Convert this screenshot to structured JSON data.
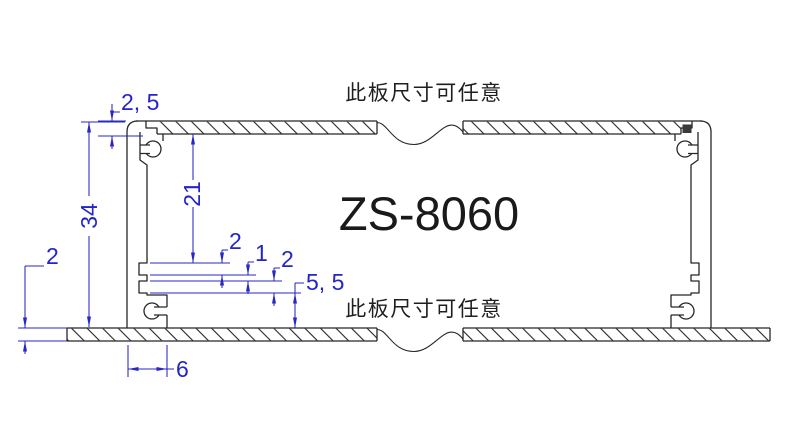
{
  "drawing": {
    "title": "ZS-8060",
    "note_top": "此板尺寸可任意",
    "note_bottom": "此板尺寸可任意",
    "dimensions": {
      "seat_depth": "2, 5",
      "overall_height": "34",
      "inner_height": "21",
      "groove_top": "2",
      "land": "1",
      "groove_bottom": "2",
      "foot_height": "5, 5",
      "plate_thickness": "2",
      "wall_width": "6"
    },
    "colors": {
      "dimension_blue": "#2424c8",
      "line_black": "#262626",
      "background": "#ffffff"
    }
  }
}
